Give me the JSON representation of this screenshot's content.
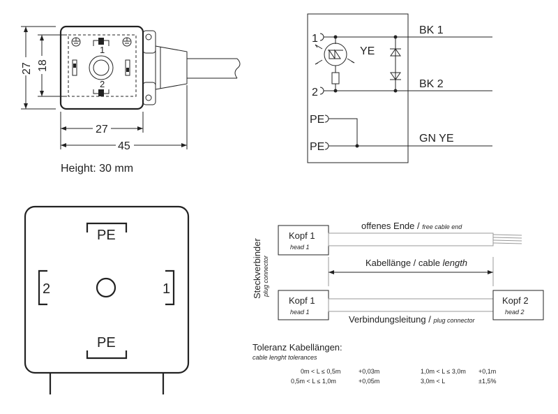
{
  "top_left": {
    "dim_height_left": "27",
    "dim_height_inner": "18",
    "dim_width_inner": "27",
    "dim_width_total": "45",
    "pin_1": "1",
    "pin_2": "2",
    "height_note": "Height: 30 mm"
  },
  "schematic": {
    "pin_1": "1",
    "pin_2": "2",
    "pe_top": "PE",
    "pe_bottom": "PE",
    "wire_1": "BK 1",
    "wire_2": "BK 2",
    "wire_pe": "GN YE",
    "led_color": "YE"
  },
  "face": {
    "pe_top": "PE",
    "pe_bottom": "PE",
    "pin_left": "2",
    "pin_right": "1"
  },
  "cable": {
    "side_label": "Steckverbinder",
    "side_label_en": "plug connector",
    "head1_top": "Kopf 1",
    "head1_top_en": "head 1",
    "free_end": "offenes Ende",
    "free_end_sep": " / ",
    "free_end_en": "free cable end",
    "length": "Kabellänge / cable",
    "length_en": "length",
    "head1_bottom": "Kopf 1",
    "head1_bottom_en": "head 1",
    "head2": "Kopf 2",
    "head2_en": "head 2",
    "plug_conn": "Verbindungsleitung / ",
    "plug_conn_en": "plug connector"
  },
  "tolerance": {
    "title": "Toleranz Kabellängen:",
    "subtitle": "cable lenght tolerances",
    "rows": [
      {
        "range": "0m < L ≤ 0,5m",
        "tol": "+0,03m"
      },
      {
        "range": "0,5m < L ≤ 1,0m",
        "tol": "+0,05m"
      },
      {
        "range": "1,0m < L ≤ 3,0m",
        "tol": "+0,1m"
      },
      {
        "range": "3,0m < L",
        "tol": "±1,5%"
      }
    ]
  }
}
